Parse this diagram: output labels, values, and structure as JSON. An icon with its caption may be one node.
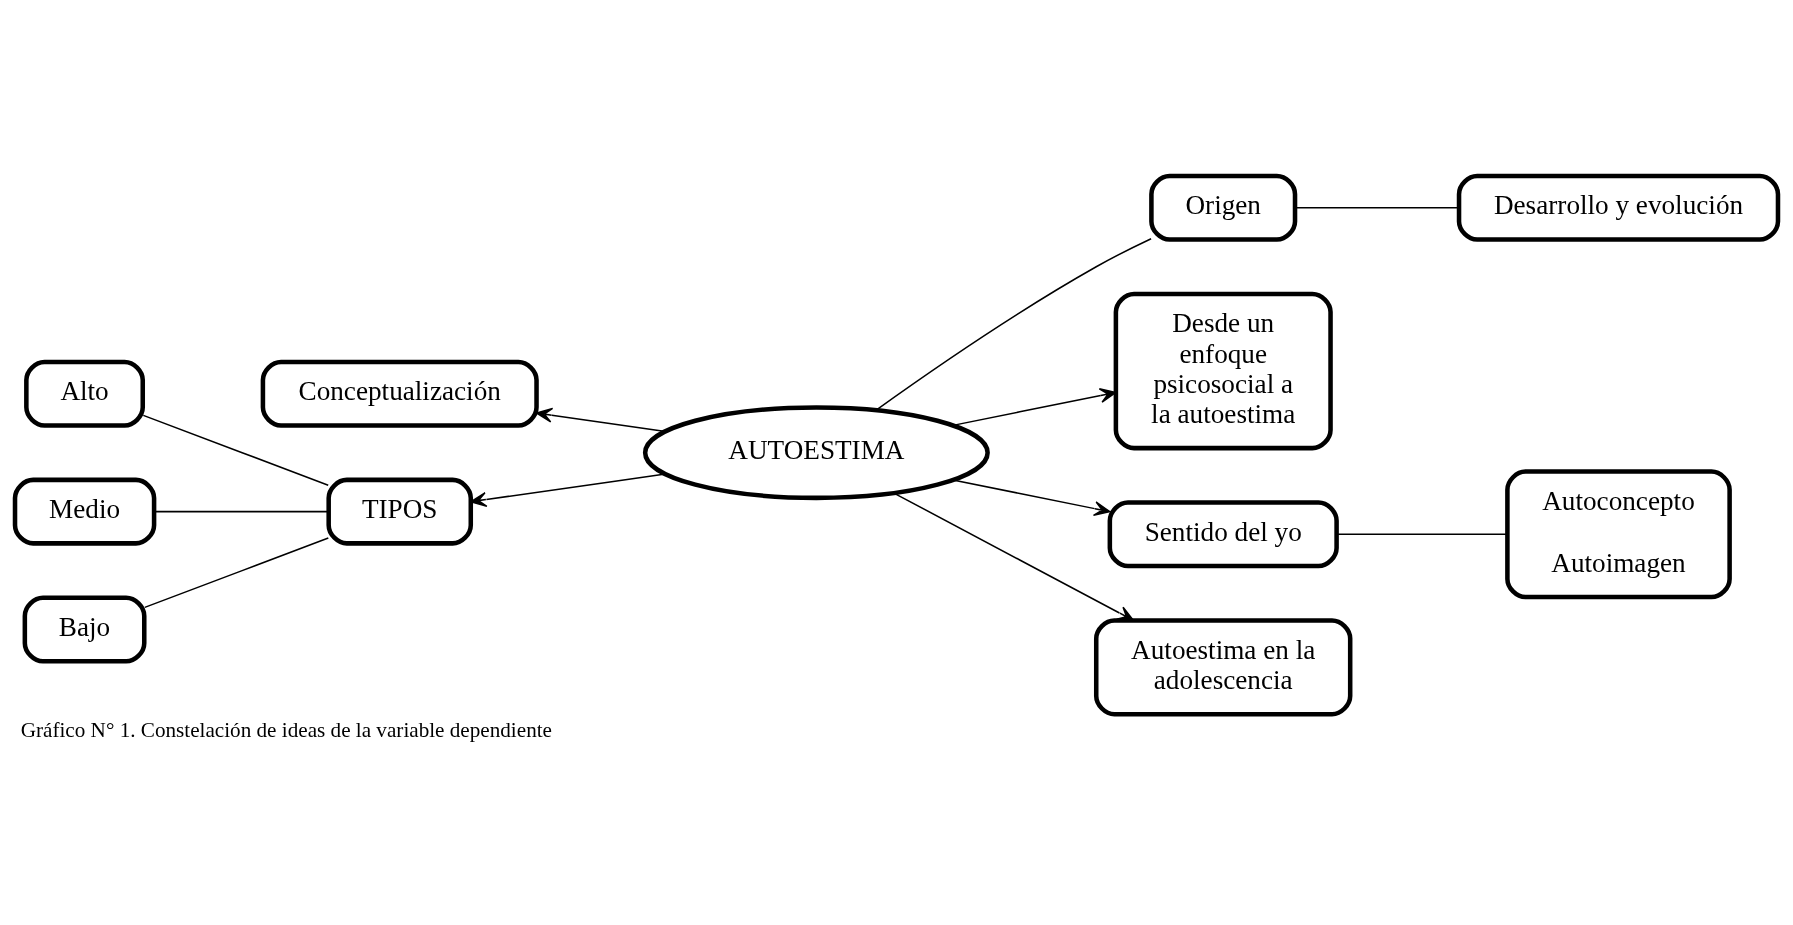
{
  "diagram": {
    "caption": "Gráfico N° 1. Constelación de ideas de la variable dependiente",
    "nodes": [
      {
        "text": [
          "AUTOESTIMA"
        ]
      },
      {
        "text": [
          "Desarrollo y evolución"
        ]
      },
      {
        "text": [
          "Origen"
        ]
      },
      {
        "text": [
          "Conceptualización"
        ]
      },
      {
        "text": [
          "Alto"
        ]
      },
      {
        "text": [
          "Medio"
        ]
      },
      {
        "text": [
          "Bajo"
        ]
      },
      {
        "text": [
          "TIPOS"
        ]
      },
      {
        "text": [
          "Desde un enfoque psicosocial a la autoestima"
        ]
      },
      {
        "text": [
          "Sentido del yo"
        ]
      },
      {
        "text": [
          "Autoconcepto",
          "Autoimagen"
        ]
      },
      {
        "text": [
          "Autoestima en la adolescencia"
        ]
      }
    ],
    "edges": [
      {
        "from": 0,
        "to": 2,
        "arrow": "none"
      },
      {
        "from": 2,
        "to": 1,
        "arrow": "none"
      },
      {
        "from": 0,
        "to": 3,
        "arrow": "to"
      },
      {
        "from": 0,
        "to": 7,
        "arrow": "to"
      },
      {
        "from": 7,
        "to": 4,
        "arrow": "none"
      },
      {
        "from": 7,
        "to": 5,
        "arrow": "none"
      },
      {
        "from": 7,
        "to": 6,
        "arrow": "none"
      },
      {
        "from": 0,
        "to": 8,
        "arrow": "to"
      },
      {
        "from": 0,
        "to": 9,
        "arrow": "to"
      },
      {
        "from": 9,
        "to": 10,
        "arrow": "none"
      },
      {
        "from": 0,
        "to": 11,
        "arrow": "to"
      }
    ]
  }
}
